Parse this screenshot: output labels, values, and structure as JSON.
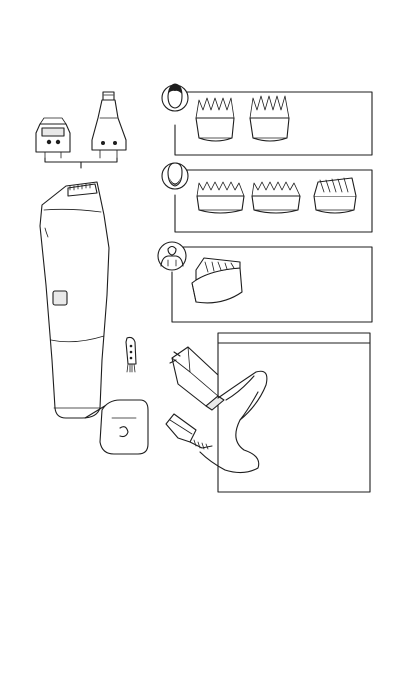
{
  "diagram": {
    "panels": [
      {
        "zone": "head-face",
        "icon": "face-icon",
        "comb_count": 2
      },
      {
        "zone": "beard",
        "icon": "beard-icon",
        "comb_count": 3
      },
      {
        "zone": "body",
        "icon": "body-icon",
        "comb_count": 1
      }
    ],
    "accessories": [
      "nose-trimmer-attachment",
      "foil-shaver-attachment",
      "cleaning-brush",
      "power-adapter",
      "storage-pouch"
    ],
    "colors": {
      "line": "#1e1e1e",
      "shade": "#e9e9e9",
      "background": "#ffffff"
    }
  }
}
